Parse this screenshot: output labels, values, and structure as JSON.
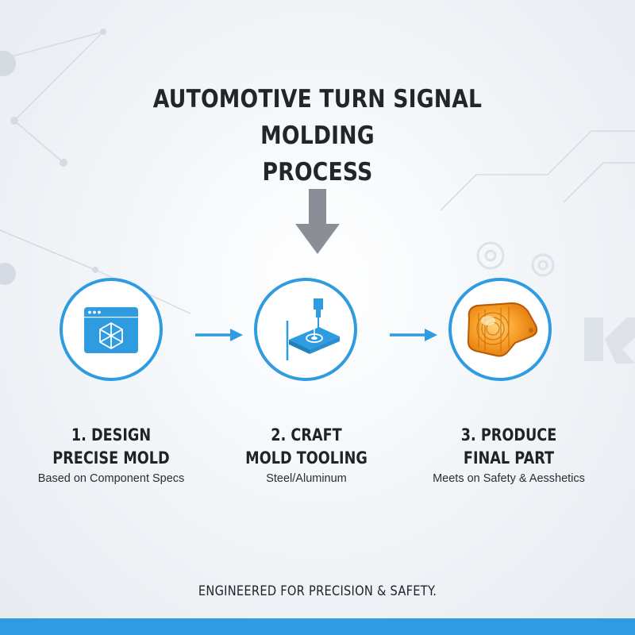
{
  "title": {
    "line1": "AUTOMOTIVE TURN SIGNAL MOLDING",
    "line2": "PROCESS"
  },
  "steps": [
    {
      "title_line1": "1. DESIGN",
      "title_line2": "PRECISE MOLD",
      "description": "Based on Component Specs",
      "icon": "browser-window-cube-icon"
    },
    {
      "title_line1": "2. CRAFT",
      "title_line2": "MOLD TOOLING",
      "description": "Steel/Aluminum",
      "icon": "cnc-machining-icon"
    },
    {
      "title_line1": "3. PRODUCE",
      "title_line2": "FINAL PART",
      "description": "Meets on Safety & Aesshetics",
      "icon": "turn-signal-lens-icon"
    }
  ],
  "tagline": "ENGINEERED FOR PRECISION & SAFETY.",
  "colors": {
    "accent": "#2f9be0",
    "arrow_gray": "#8a8f96",
    "amber": "#f08a10",
    "text": "#1f2328"
  }
}
